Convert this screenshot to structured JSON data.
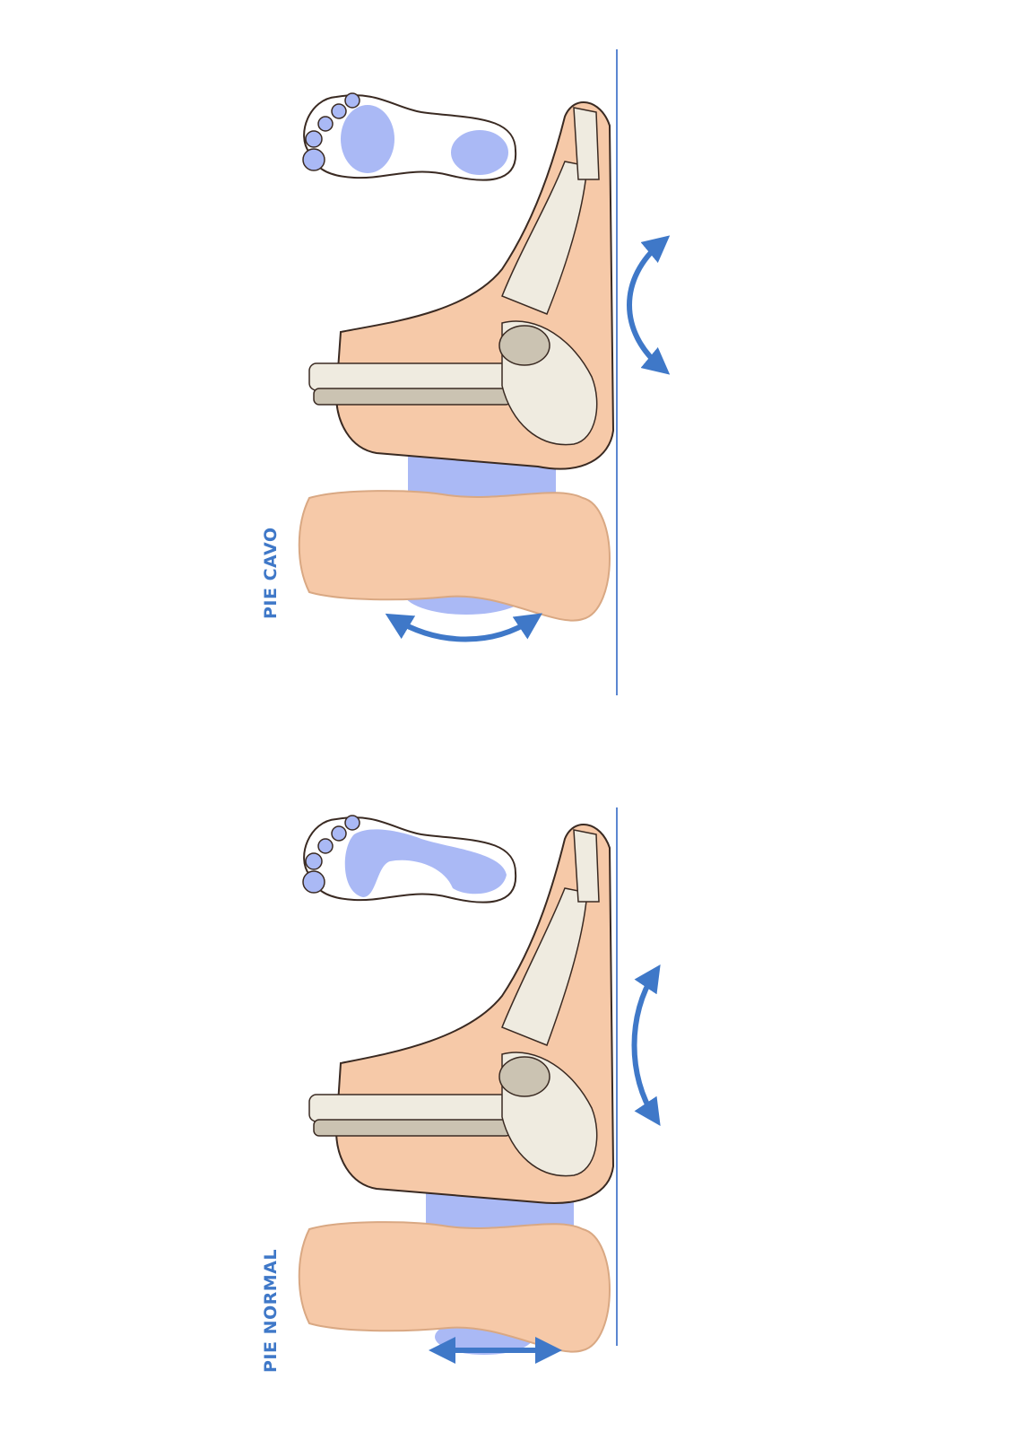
{
  "panels": [
    {
      "id": "cavo",
      "label": "PIE CAVO"
    },
    {
      "id": "normal",
      "label": "PIE NORMAL"
    }
  ],
  "colors": {
    "accent_blue": "#3f78c8",
    "footprint_blue": "#aab9f5",
    "skin": "#f6c9a8",
    "skin_dark": "#eeb48f",
    "bone": "#efebe0",
    "bone_shadow": "#cbc3b2",
    "outline": "#3a2a22"
  },
  "icons": [
    "double-arrow-icon",
    "footprint-icon"
  ]
}
